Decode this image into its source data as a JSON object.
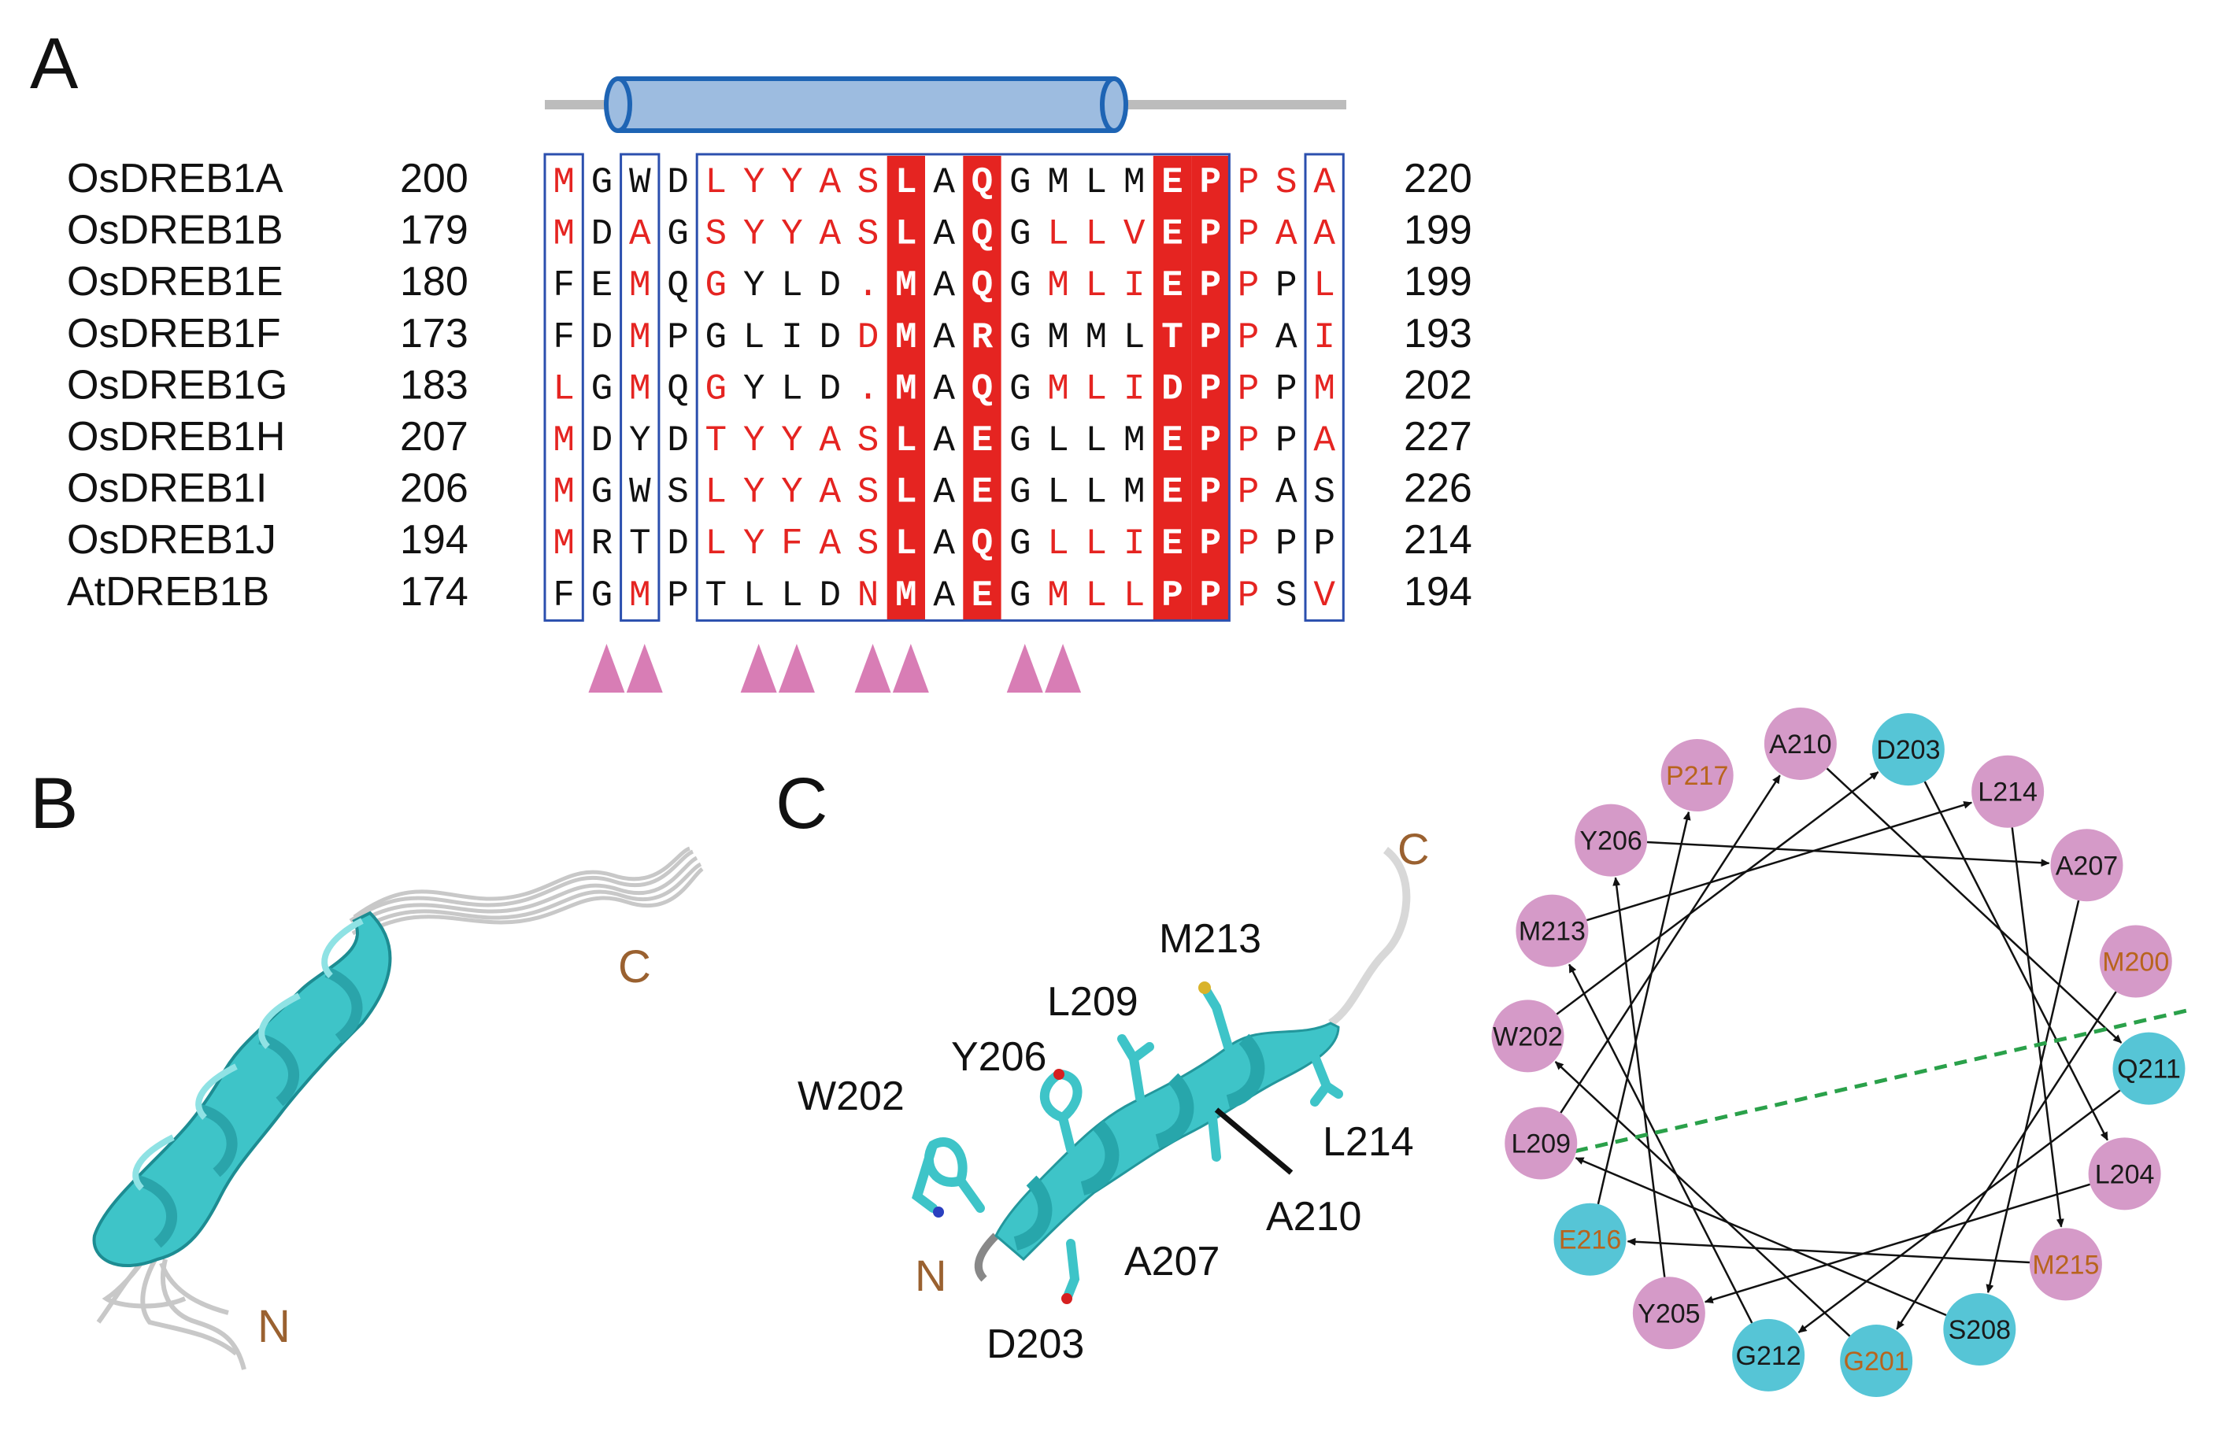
{
  "panel_labels": {
    "a": "A",
    "b": "B",
    "c": "C"
  },
  "alignment": {
    "rows": [
      {
        "name": "OsDREB1A",
        "start": "200",
        "end": "220",
        "seq": "MGWDLYYASLAQGMLMEPPSA"
      },
      {
        "name": "OsDREB1B",
        "start": "179",
        "end": "199",
        "seq": "MDAGSYYASLAQGLLVEPPAA"
      },
      {
        "name": "OsDREB1E",
        "start": "180",
        "end": "199",
        "seq": "FEMQGYLD.MAQGMLIEPPPL"
      },
      {
        "name": "OsDREB1F",
        "start": "173",
        "end": "193",
        "seq": "FDMPGLIDDMARGMMLTPPAI"
      },
      {
        "name": "OsDREB1G",
        "start": "183",
        "end": "202",
        "seq": "LGMQGYLD.MAQGMLIDPPPM"
      },
      {
        "name": "OsDREB1H",
        "start": "207",
        "end": "227",
        "seq": "MDYDTYYASLAEGLLMEPPPA"
      },
      {
        "name": "OsDREB1I",
        "start": "206",
        "end": "226",
        "seq": "MGWSLYYASLAEGLLMEPPAS"
      },
      {
        "name": "OsDREB1J",
        "start": "194",
        "end": "214",
        "seq": "MRTDLYFASLAQGLLIEPPPP"
      },
      {
        "name": "AtDREB1B",
        "start": "174",
        "end": "194",
        "seq": "FGMPTLLDNMAEGMLLPPPSV"
      }
    ],
    "red": [
      "1,5,6,7,8,9,17,18,19,20,21",
      "1,3,5,6,7,8,9,14,15,16,17,18,19,20,21",
      "3,5,9,14,15,16,17,18,19,21",
      "3,9,17,18,19,21",
      "1,3,5,9,14,15,16,17,18,19,21",
      "1,5,6,7,8,9,17,18,19,21",
      "1,5,6,7,8,9,17,18,19",
      "1,5,6,7,8,9,14,15,16,17,18,19",
      "3,9,10,14,15,16,17,18,19,21"
    ],
    "filled_columns": [
      10,
      12,
      17,
      18
    ],
    "column_boxes": [
      [
        0,
        0
      ],
      [
        2,
        2
      ],
      [
        4,
        17
      ],
      [
        20,
        20
      ]
    ],
    "triangle_columns": [
      2,
      3,
      6,
      7,
      9,
      10,
      13,
      14
    ],
    "colors": {
      "red": "#e52421",
      "box": "#2b4fae",
      "helix_fill": "#9dbce0",
      "helix_stroke": "#1e64b4",
      "line": "#bcbcbc",
      "triangle": "#d87db5"
    }
  },
  "panel_c": {
    "end_labels": {
      "c": "C",
      "n": "N"
    },
    "residues": [
      "M213",
      "L209",
      "Y206",
      "W202",
      "L214",
      "A210",
      "A207",
      "D203"
    ],
    "label_color": "#9a6130",
    "helix_color": "#3ec4c8"
  },
  "panel_b": {
    "end_labels": {
      "c": "C",
      "n": "N"
    }
  },
  "helical_wheel": {
    "residues": [
      {
        "label": "M200",
        "color": "pink",
        "highlight": true
      },
      {
        "label": "G201",
        "color": "cyan",
        "highlight": true
      },
      {
        "label": "W202",
        "color": "pink",
        "highlight": false
      },
      {
        "label": "D203",
        "color": "cyan",
        "highlight": false
      },
      {
        "label": "L204",
        "color": "pink",
        "highlight": false
      },
      {
        "label": "Y205",
        "color": "pink",
        "highlight": false
      },
      {
        "label": "Y206",
        "color": "pink",
        "highlight": false
      },
      {
        "label": "A207",
        "color": "pink",
        "highlight": false
      },
      {
        "label": "S208",
        "color": "cyan",
        "highlight": false
      },
      {
        "label": "L209",
        "color": "pink",
        "highlight": false
      },
      {
        "label": "A210",
        "color": "pink",
        "highlight": false
      },
      {
        "label": "Q211",
        "color": "cyan",
        "highlight": false
      },
      {
        "label": "G212",
        "color": "cyan",
        "highlight": false
      },
      {
        "label": "M213",
        "color": "pink",
        "highlight": false
      },
      {
        "label": "L214",
        "color": "pink",
        "highlight": false
      },
      {
        "label": "M215",
        "color": "pink",
        "highlight": true
      },
      {
        "label": "E216",
        "color": "cyan",
        "highlight": true
      },
      {
        "label": "P217",
        "color": "pink",
        "highlight": true
      }
    ],
    "colors": {
      "pink": "#d59ac8",
      "cyan": "#56c5d6",
      "highlight_text": "#b8641d",
      "normal_text": "#1a1a1a",
      "divider": "#2aa14a"
    }
  }
}
